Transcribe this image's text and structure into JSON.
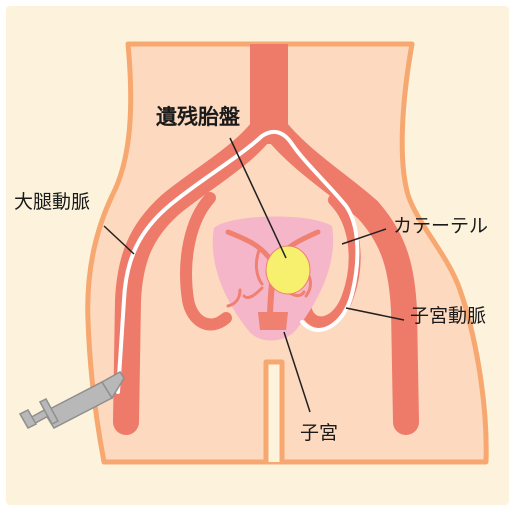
{
  "labels": {
    "retained_placenta": "遺残胎盤",
    "femoral_artery": "大腿動脈",
    "catheter": "カテーテル",
    "uterine_artery": "子宮動脈",
    "uterus": "子宮"
  },
  "colors": {
    "background": "#fdf3dc",
    "skin": "#fcd9bf",
    "skin_outline": "#f6a870",
    "artery": "#ee7a6a",
    "uterus": "#f6b6c9",
    "uterine_vessel": "#f08070",
    "placenta": "#f7ef6e",
    "catheter": "#ffffff",
    "leader_line": "#222222",
    "syringe": "#b8b8b8"
  },
  "icons": {
    "syringe": "syringe-icon"
  }
}
